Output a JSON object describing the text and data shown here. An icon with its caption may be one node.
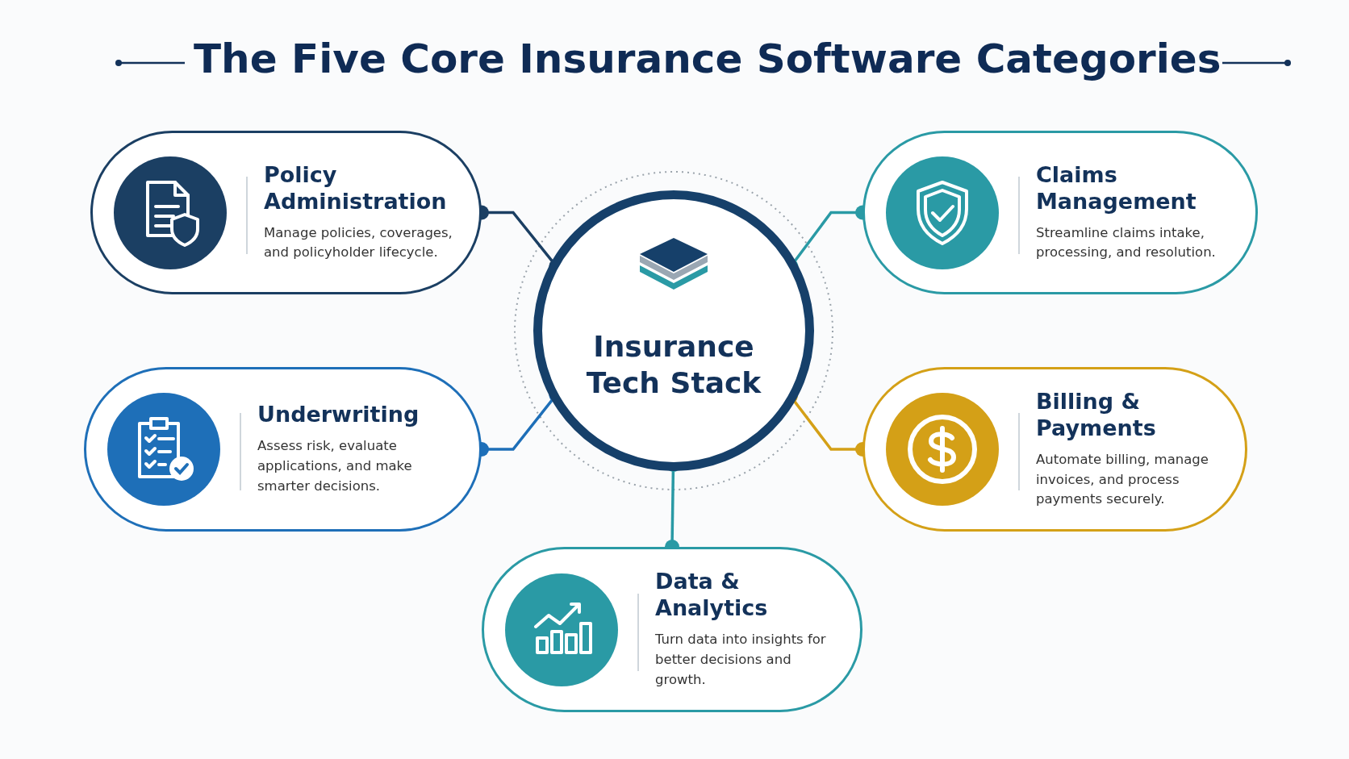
{
  "diagram": {
    "title": "The Five Core Insurance Software Categories",
    "nodes": [
      {
        "text": [
          "Insurance Tech Stack"
        ]
      },
      {
        "text": [
          "Policy Administration",
          "Manage policies, coverages, and policyholder lifecycle."
        ]
      },
      {
        "text": [
          "Claims Management",
          "Streamline claims intake, processing, and resolution."
        ]
      },
      {
        "text": [
          "Underwriting",
          "Assess risk, evaluate applications, and make smarter decisions."
        ]
      },
      {
        "text": [
          "Billing & Payments",
          "Automate billing, manage invoices, and process payments securely."
        ]
      },
      {
        "text": [
          "Data & Analytics",
          "Turn data into insights for better decisions and growth."
        ]
      }
    ],
    "edges": [
      {
        "from": 0,
        "to": 1,
        "arrow": "other",
        "color": "#1b3f63"
      },
      {
        "from": 0,
        "to": 2,
        "arrow": "other",
        "color": "#2a9aa5"
      },
      {
        "from": 0,
        "to": 3,
        "arrow": "other",
        "color": "#1e6fb8"
      },
      {
        "from": 0,
        "to": 4,
        "arrow": "other",
        "color": "#d4a017"
      },
      {
        "from": 0,
        "to": 5,
        "arrow": "other",
        "color": "#2a9aa5"
      }
    ]
  }
}
